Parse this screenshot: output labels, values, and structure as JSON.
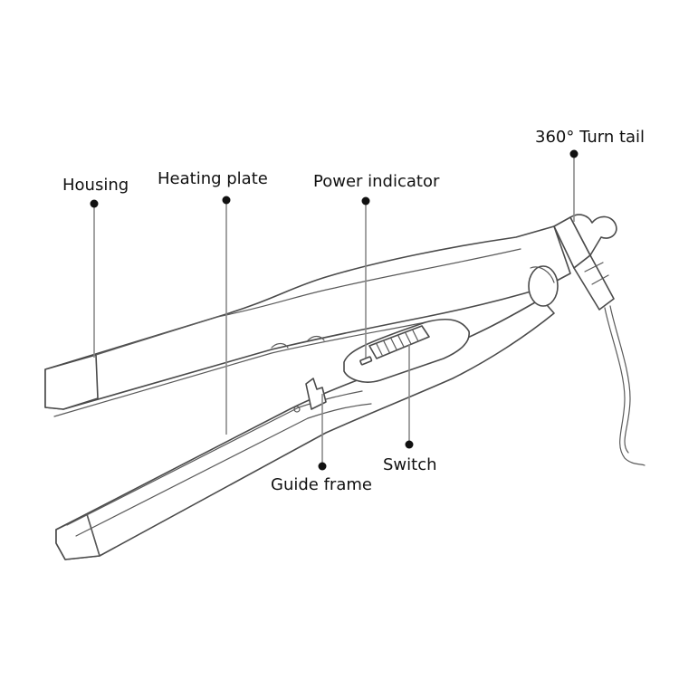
{
  "labels": {
    "housing": "Housing",
    "heating_plate": "Heating plate",
    "power_indicator": "Power indicator",
    "turn_tail": "360° Turn tail",
    "switch": "Switch",
    "guide_frame": "Guide frame"
  },
  "colors": {
    "line": "#4a4a4a",
    "leader": "#8a8a8a",
    "text": "#111111"
  }
}
